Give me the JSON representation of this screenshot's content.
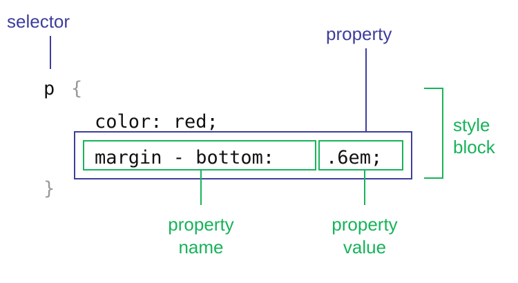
{
  "labels": {
    "selector": "selector",
    "property": "property",
    "style_block_line1": "style",
    "style_block_line2": "block",
    "property_name_line1": "property",
    "property_name_line2": "name",
    "property_value_line1": "property",
    "property_value_line2": "value"
  },
  "code": {
    "selector": "p",
    "open_brace": "{",
    "line1": "color: red;",
    "line2_name": "margin - bottom:",
    "line2_value": ".6em;",
    "close_brace": "}"
  },
  "colors": {
    "blue": "#3d3d9c",
    "green": "#17b35a",
    "code_text": "#111111",
    "brace": "#999999"
  }
}
